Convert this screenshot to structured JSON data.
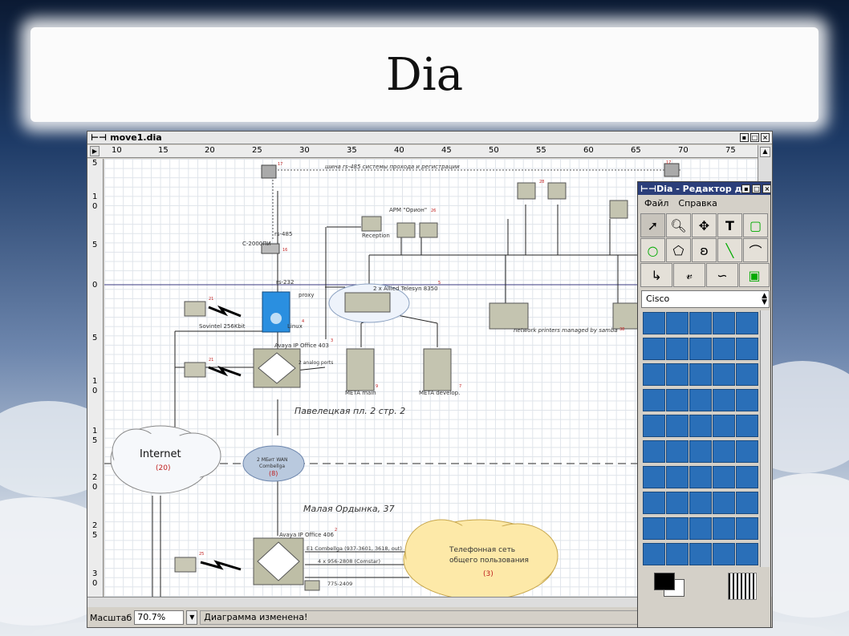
{
  "slide_title": "Dia",
  "main_window": {
    "title": "move1.dia",
    "ruler_ticks": [
      "10",
      "15",
      "20",
      "25",
      "30",
      "35",
      "40",
      "45",
      "50",
      "55",
      "60",
      "65",
      "70",
      "75"
    ],
    "vertical_ruler_ticks": [
      "5",
      "1",
      "0",
      "5",
      "0",
      "5",
      "1",
      "0",
      "1",
      "5",
      "2",
      "0",
      "2",
      "5",
      "3",
      "0"
    ],
    "zoom_label": "Масштаб",
    "zoom_value": "70.7%",
    "status_message": "Диаграмма изменена!"
  },
  "diagram": {
    "bus_label": "шина rs-485 системы прохода и регистрации",
    "rs485": "rs-485",
    "c2000": "С-2000ПИ",
    "rs232": "rs-232",
    "proxy": "proxy",
    "reception": "Reception",
    "arm": "АРМ \"Орион\"",
    "allied": "2 x Allied Telesyn 8350",
    "sovintel": "Sovintel 256Kbit",
    "linux": "Linux",
    "avaya403": "Avaya IP Office 403",
    "analog": "2 analog ports",
    "meta_main": "META main",
    "meta_develop": "META develop.",
    "printers": "network printers managed by samba",
    "address1": "Павелецкая пл. 2 стр. 2",
    "internet": "Internet",
    "internet_num": "(20)",
    "wan": "2 МБит WAN",
    "wan2": "Combellga",
    "wan_num": "(8)",
    "address2": "Малая Ордынка, 37",
    "avaya406": "Avaya IP Office 406",
    "e1": "E1 Combellga (937-3601, 3618, out)",
    "comstar": "4 x 956-2808 (Comstar)",
    "num775": "775-2409",
    "phone_net1": "Телефонная сеть",
    "phone_net2": "общего пользования",
    "phone_num": "(3)",
    "n17": "17",
    "n16": "16",
    "n28": "28",
    "n26": "26",
    "n21": "21",
    "n4": "4",
    "n3": "3",
    "n9": "9",
    "n7": "7",
    "n38": "38",
    "n2": "2",
    "n5": "5",
    "n25": "25"
  },
  "toolbox": {
    "title": "Dia - Редактор д",
    "menu": [
      "Файл",
      "Справка"
    ],
    "sheet": "Cisco",
    "tools": [
      "pointer-tool",
      "magnify-tool",
      "move-tool",
      "text-tool",
      "box-tool",
      "ellipse-tool",
      "polygon-tool",
      "beziergon-tool",
      "line-tool",
      "arc-tool",
      "zigzag-tool",
      "polyline-tool",
      "bezier-tool",
      "image-tool"
    ]
  },
  "colors": {
    "toolbox_title_bg": "#2b3e7a",
    "shape_blue": "#2a6fb8",
    "cloud_yellow": "#fde9a8",
    "cloud_blue": "#b9c9de"
  }
}
